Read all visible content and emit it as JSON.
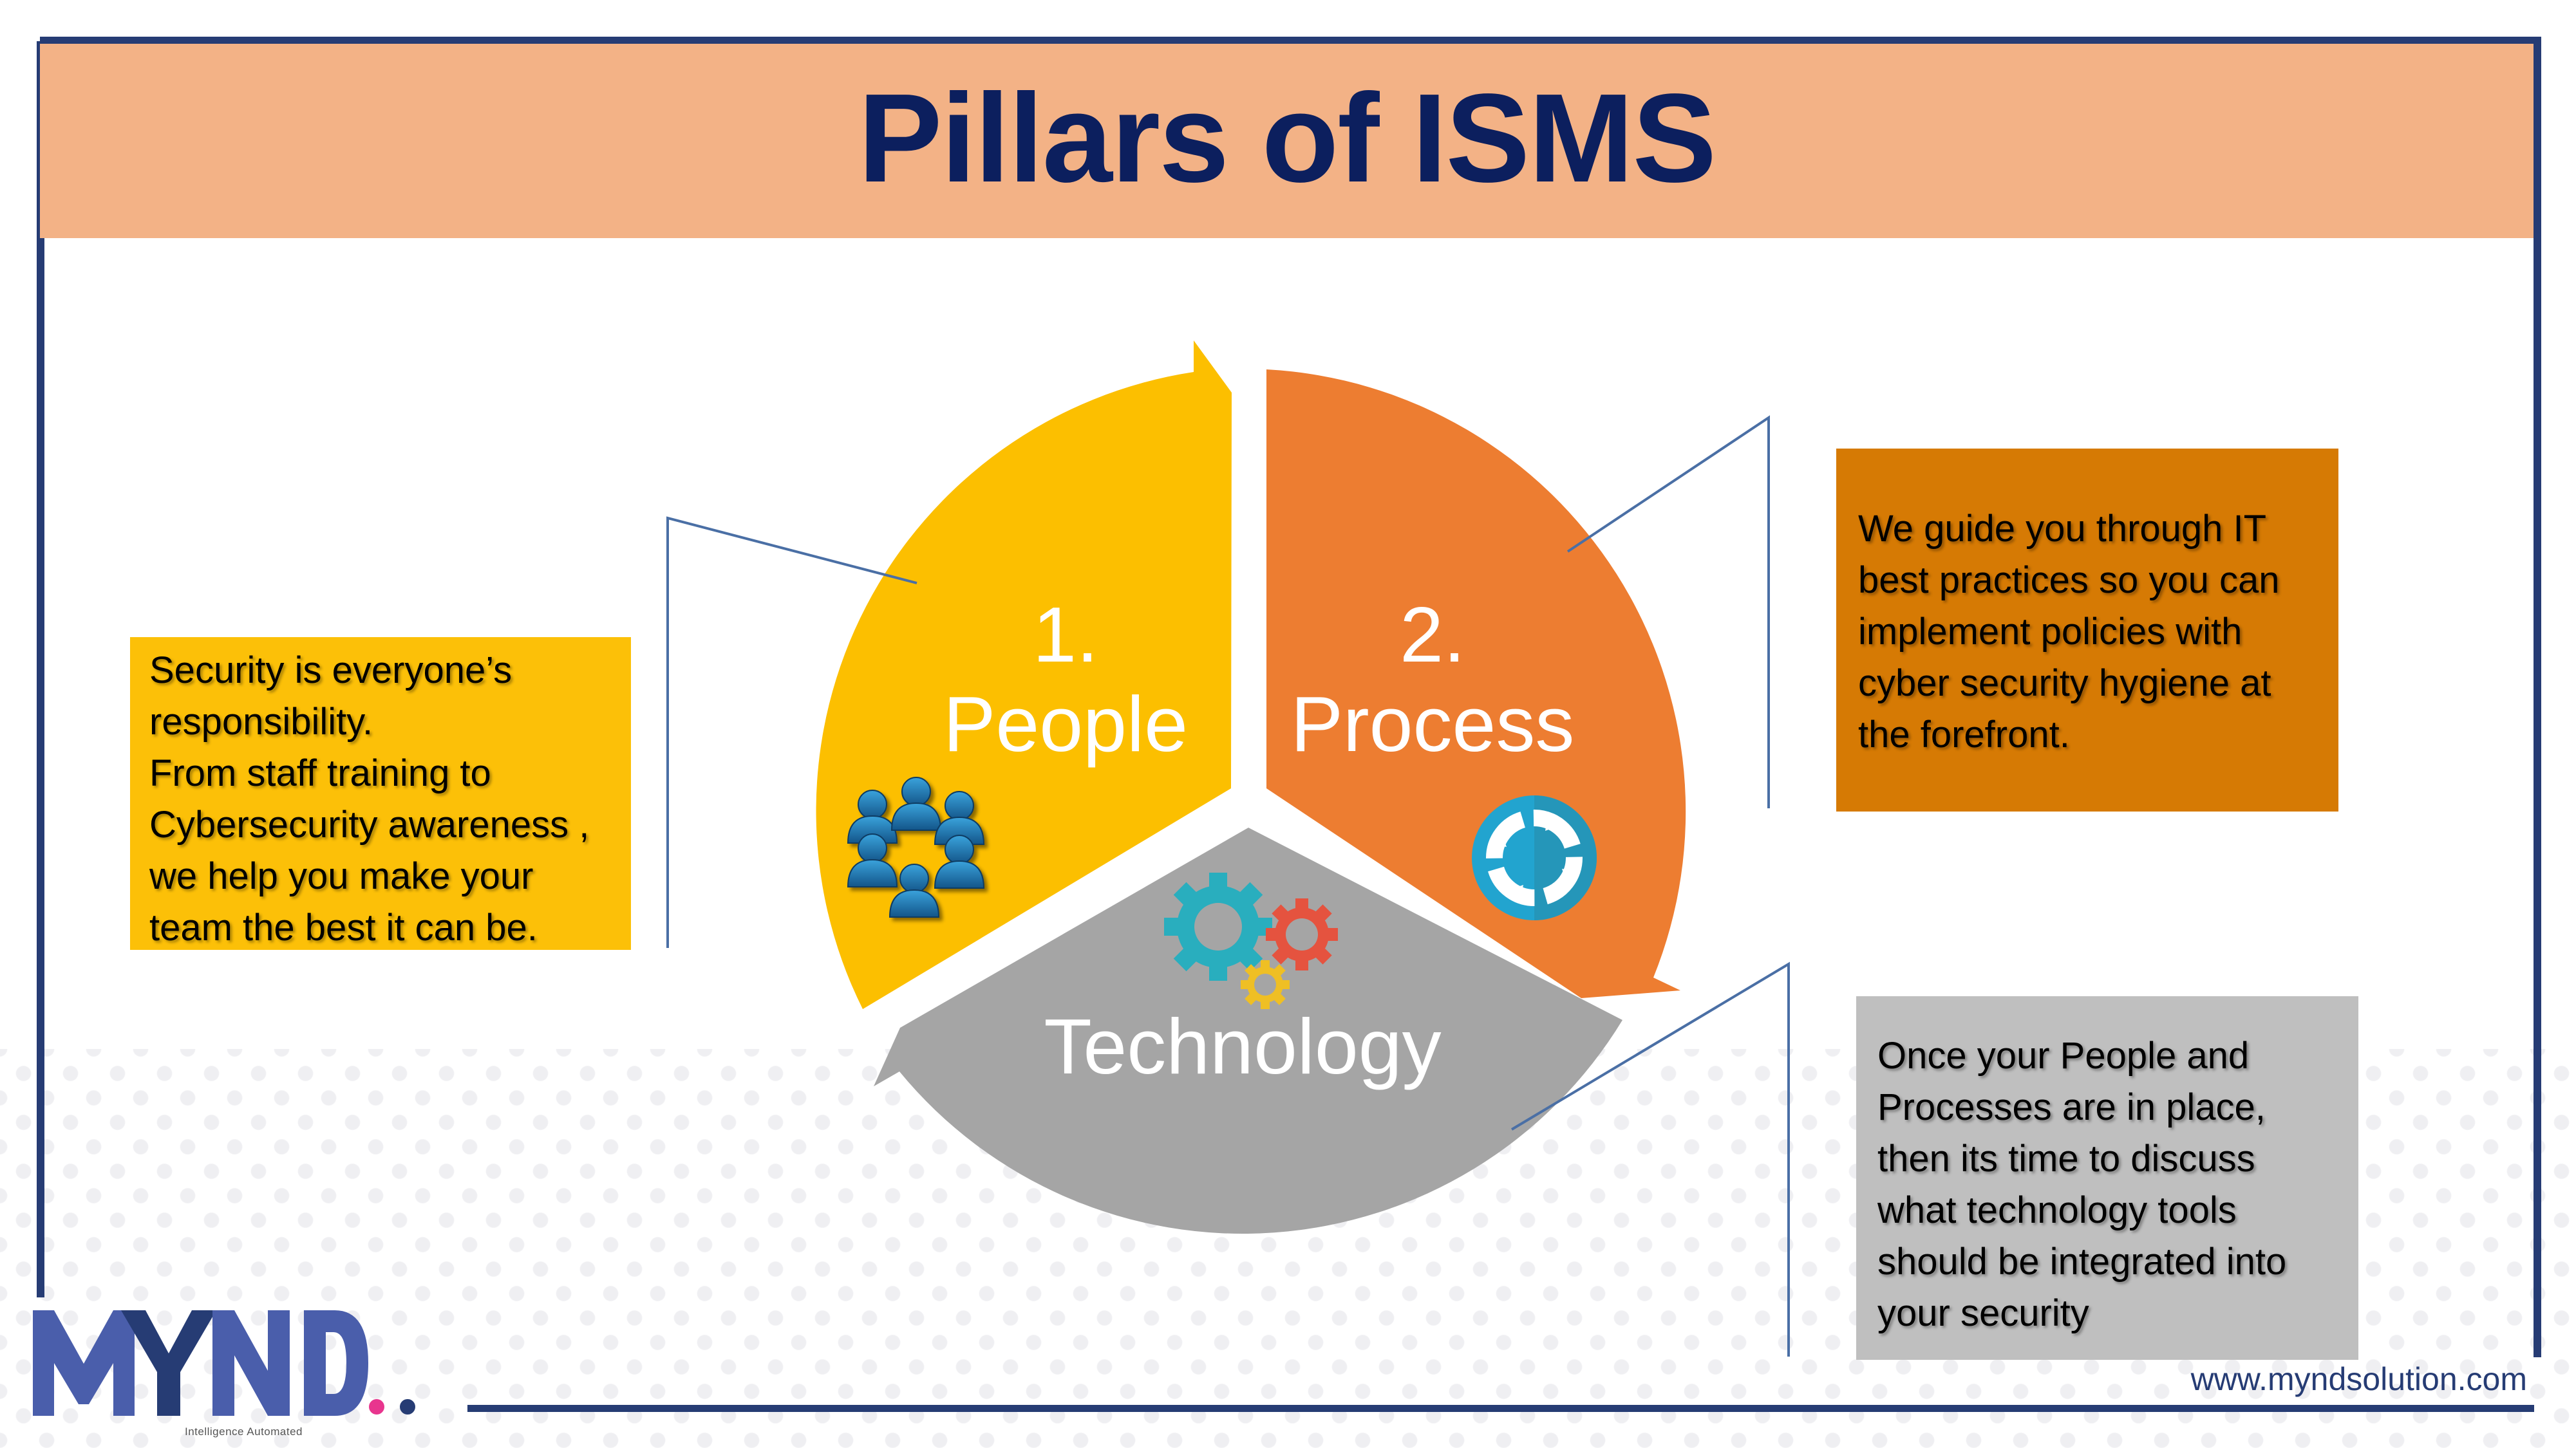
{
  "header": {
    "title": "Pillars of ISMS"
  },
  "pillars": [
    {
      "number": "1.",
      "name": "People",
      "icon": "people-group-icon",
      "color": "#fcbf00"
    },
    {
      "number": "2.",
      "name": "Process",
      "icon": "cycle-arrows-icon",
      "color": "#ed7d31"
    },
    {
      "number": "",
      "name": "Technology",
      "icon": "gears-icon",
      "color": "#a5a5a5"
    }
  ],
  "callouts": {
    "people": {
      "lines": [
        "Security is everyone’s",
        "responsibility.",
        "From staff training to",
        "Cybersecurity awareness ,",
        "we help you make your",
        "team the best it can be."
      ],
      "color": "#fcc008"
    },
    "process": {
      "lines": [
        "We guide you through IT",
        "best practices so you can",
        "implement policies with",
        "cyber security hygiene at",
        "the forefront."
      ],
      "color": "#d67a04"
    },
    "technology": {
      "lines": [
        "Once your People and",
        "Processes are in place,",
        "then its time to discuss",
        "what technology tools",
        "should be integrated into",
        "your security"
      ],
      "color": "#bfbfbf"
    }
  },
  "footer": {
    "url": "www.myndsolution.com"
  },
  "logo": {
    "wordmark": "MYND",
    "tagline": "Intelligence Automated",
    "colors": {
      "primary": "#4a5eab",
      "dark": "#263c74",
      "pink": "#e8358e"
    }
  },
  "theme": {
    "frame": "#263c74",
    "header_bg": "#f3b286",
    "title_color": "#0c1f5e",
    "leader_line": "#4a6fa5"
  }
}
